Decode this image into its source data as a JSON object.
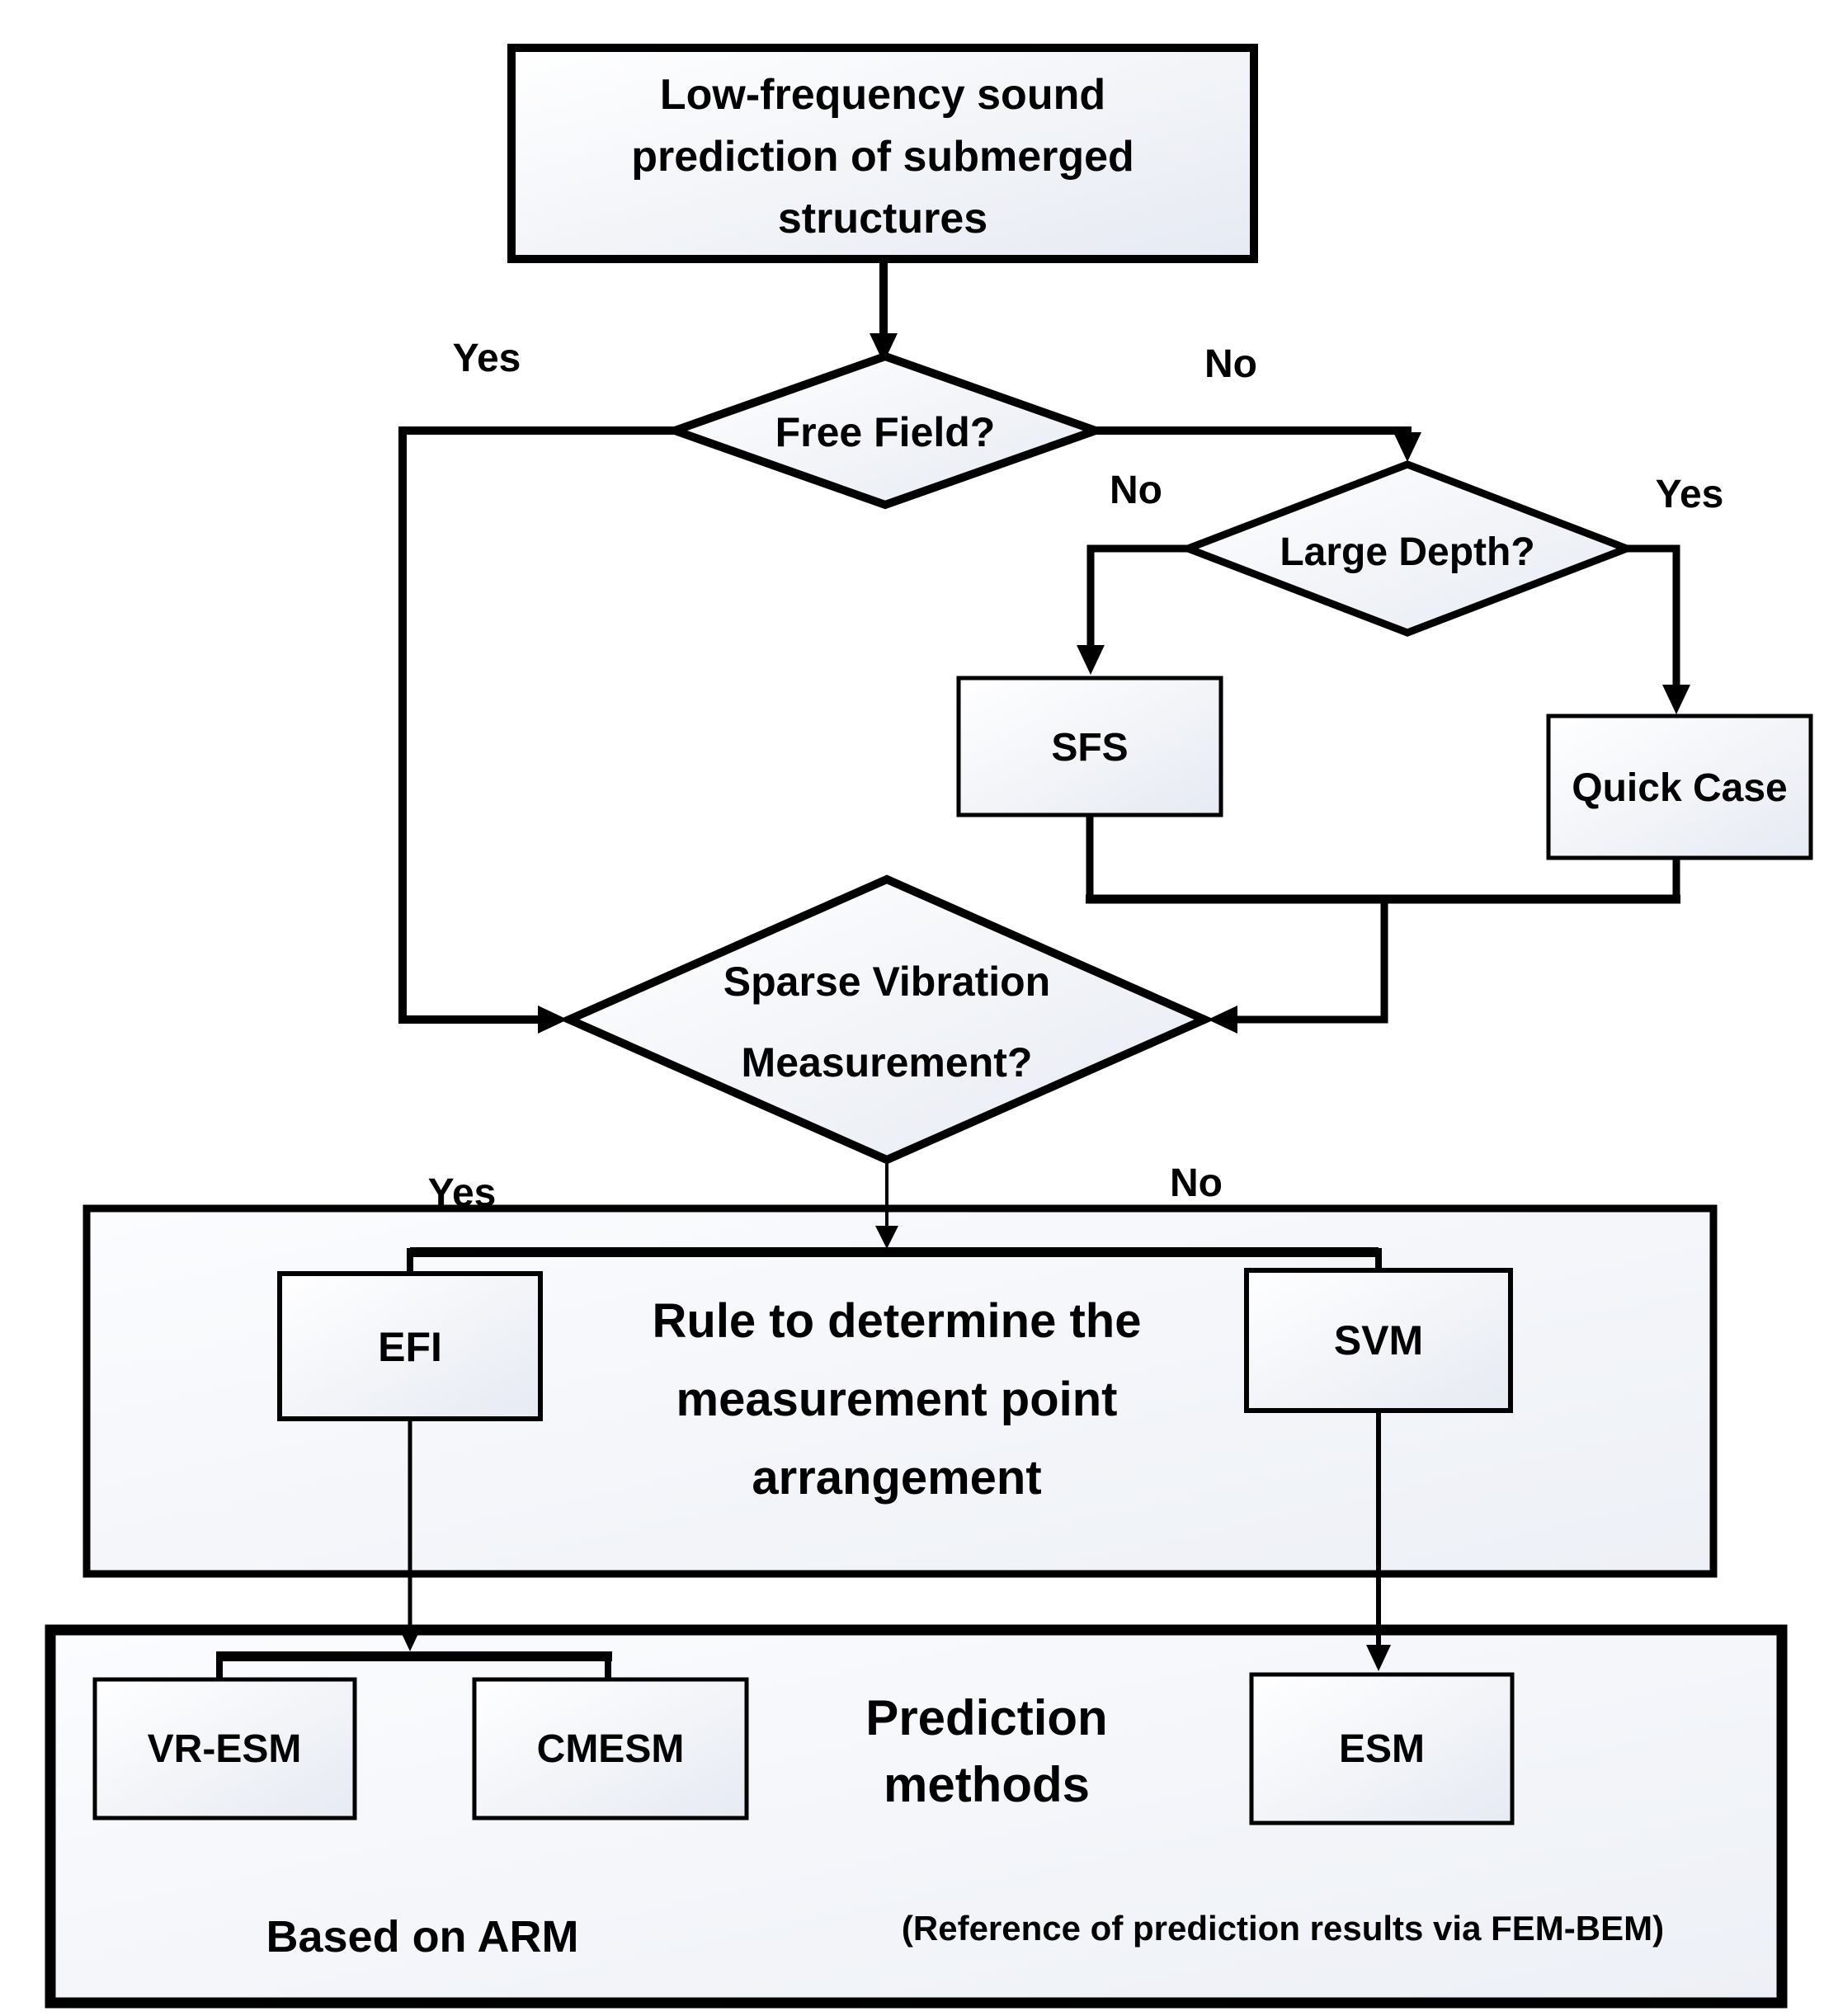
{
  "colors": {
    "line": "#000000",
    "text": "#000000",
    "shape_fill_start": "#ffffff",
    "shape_fill_end": "#e6eaf2",
    "container_fill_start": "#fbfcfe",
    "container_fill_end": "#edf0f6"
  },
  "nodes": {
    "start": {
      "lines": [
        "Low-frequency sound",
        "prediction of submerged",
        "structures"
      ]
    },
    "free_field": {
      "label": "Free Field?"
    },
    "large_depth": {
      "label": "Large Depth?"
    },
    "sfs": {
      "label": "SFS"
    },
    "quick_case": {
      "label": "Quick Case"
    },
    "sparse": {
      "lines": [
        "Sparse Vibration",
        "Measurement?"
      ]
    },
    "rule": {
      "lines": [
        "Rule to determine the",
        "measurement point",
        "arrangement"
      ]
    },
    "efi": {
      "label": "EFI"
    },
    "svm": {
      "label": "SVM"
    },
    "prediction": {
      "lines": [
        "Prediction",
        "methods"
      ]
    },
    "vr_esm": {
      "label": "VR-ESM"
    },
    "cmesm": {
      "label": "CMESM"
    },
    "esm": {
      "label": "ESM"
    },
    "based_on_arm": {
      "label": "Based on ARM"
    },
    "reference": {
      "label": "(Reference of prediction results via FEM-BEM)"
    }
  },
  "edge_labels": {
    "free_field_yes": "Yes",
    "free_field_no": "No",
    "large_depth_no": "No",
    "large_depth_yes": "Yes",
    "sparse_yes": "Yes",
    "sparse_no": "No"
  }
}
